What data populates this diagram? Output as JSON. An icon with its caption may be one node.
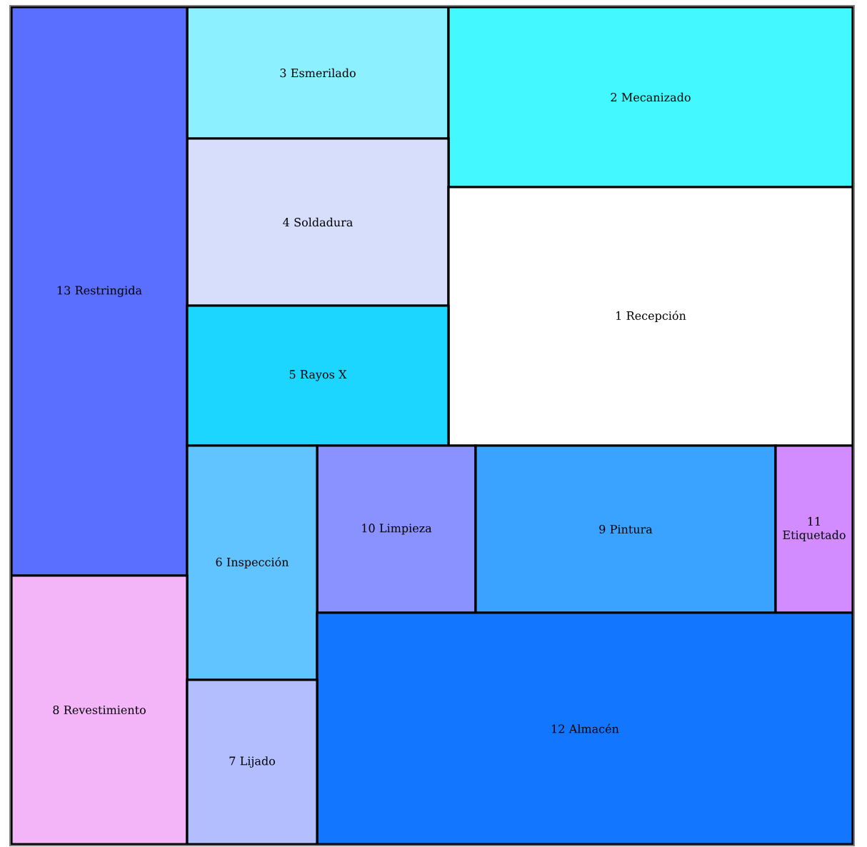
{
  "diagram": {
    "nodes": [
      {
        "text": [
          "3 Esmerilado"
        ]
      },
      {
        "text": [
          "2 Mecanizado"
        ]
      },
      {
        "text": [
          "4 Soldadura"
        ]
      },
      {
        "text": [
          "13 Restringida"
        ]
      },
      {
        "text": [
          "1 Recepción"
        ]
      },
      {
        "text": [
          "5 Rayos X"
        ]
      },
      {
        "text": [
          "10 Limpieza"
        ]
      },
      {
        "text": [
          "9 Pintura"
        ]
      },
      {
        "text": [
          "11 Etiquetado"
        ]
      },
      {
        "text": [
          "6 Inspección"
        ]
      },
      {
        "text": [
          "8 Revestimiento"
        ]
      },
      {
        "text": [
          "12 Almacén"
        ]
      },
      {
        "text": [
          "7 Lijado"
        ]
      }
    ]
  }
}
